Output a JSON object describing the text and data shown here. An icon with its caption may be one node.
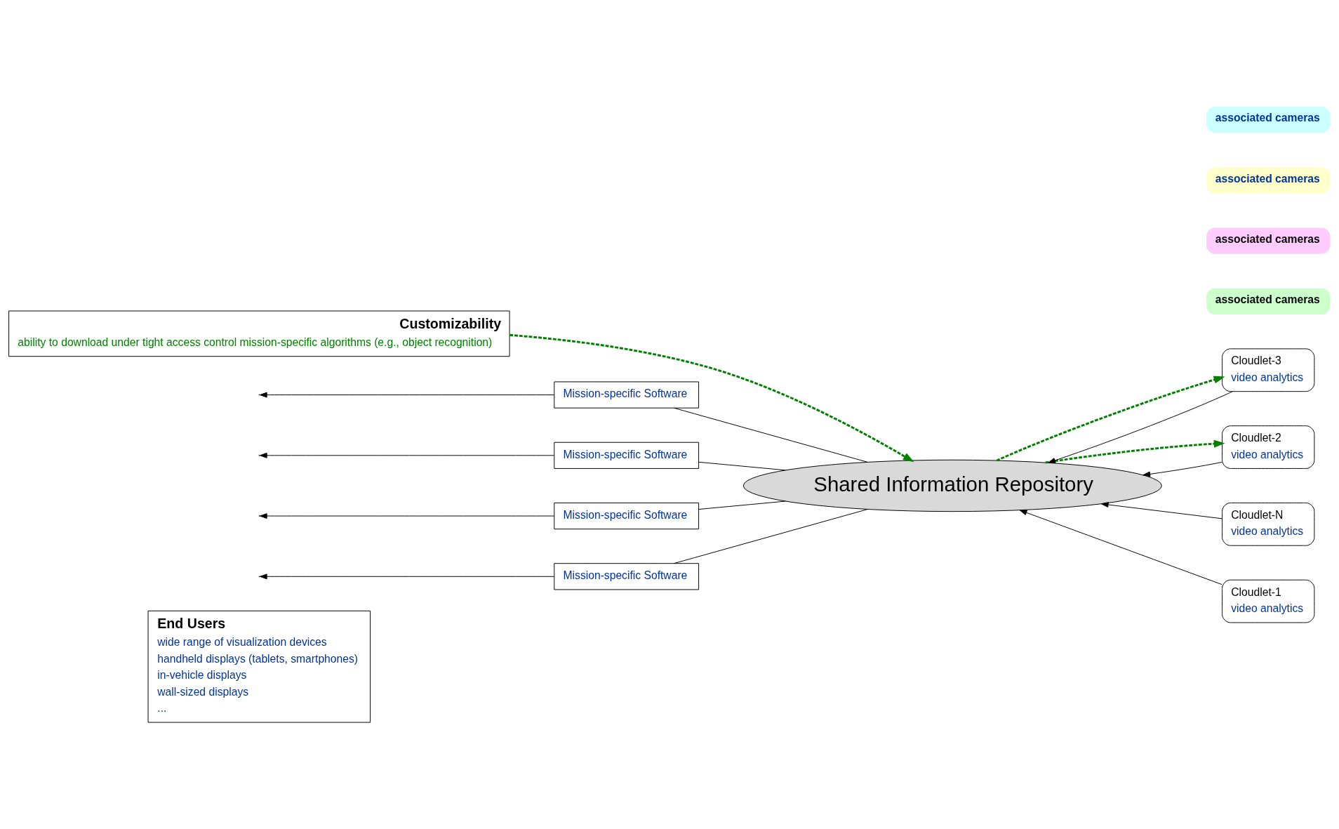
{
  "diagram": {
    "nodes": [
      {
        "text": [
          "End Users",
          "wide range of visualization devices",
          "handheld displays (tablets, smartphones)",
          "in-vehicle displays",
          "wall-sized displays",
          "..."
        ]
      },
      {
        "text": [
          "Mission-specific Software"
        ]
      },
      {
        "text": [
          "Mission-specific Software"
        ]
      },
      {
        "text": [
          "Mission-specific Software"
        ]
      },
      {
        "text": [
          "Mission-specific Software"
        ]
      },
      {
        "text": [
          "Customizability",
          "ability to download under tight access control mission-specific algorithms (e.g., object recognition)"
        ]
      },
      {
        "text": [
          "Shared Information Repository"
        ]
      },
      {
        "text": [
          "Cloudlet-N",
          "video analytics"
        ]
      },
      {
        "text": [
          "associated cameras"
        ]
      },
      {
        "text": [
          "Cloudlet-3",
          "video analytics"
        ]
      },
      {
        "text": [
          "associated cameras"
        ]
      },
      {
        "text": [
          "Cloudlet-2",
          "video analytics"
        ]
      },
      {
        "text": [
          "associated cameras"
        ]
      },
      {
        "text": [
          "Cloudlet-1",
          "video analytics"
        ]
      },
      {
        "text": [
          "associated cameras"
        ]
      }
    ],
    "edges": [
      {
        "from": 1,
        "to": null,
        "arrow": "to"
      },
      {
        "from": 6,
        "to": 1,
        "arrow": "none"
      },
      {
        "from": 2,
        "to": null,
        "arrow": "to"
      },
      {
        "from": 6,
        "to": 2,
        "arrow": "none"
      },
      {
        "from": 3,
        "to": null,
        "arrow": "to"
      },
      {
        "from": 6,
        "to": 3,
        "arrow": "none"
      },
      {
        "from": 4,
        "to": null,
        "arrow": "to"
      },
      {
        "from": 6,
        "to": 4,
        "arrow": "none"
      },
      {
        "from": 5,
        "to": 6,
        "arrow": "to",
        "style": "dashed",
        "color": "#008000"
      },
      {
        "from": 7,
        "to": 6,
        "arrow": "to"
      },
      {
        "from": 9,
        "to": 6,
        "arrow": "to"
      },
      {
        "from": 11,
        "to": 6,
        "arrow": "to"
      },
      {
        "from": 13,
        "to": 6,
        "arrow": "to"
      },
      {
        "from": 6,
        "to": 9,
        "arrow": "to",
        "style": "dashed",
        "color": "#008000"
      },
      {
        "from": 6,
        "to": 11,
        "arrow": "to",
        "style": "dashed",
        "color": "#008000"
      }
    ]
  }
}
